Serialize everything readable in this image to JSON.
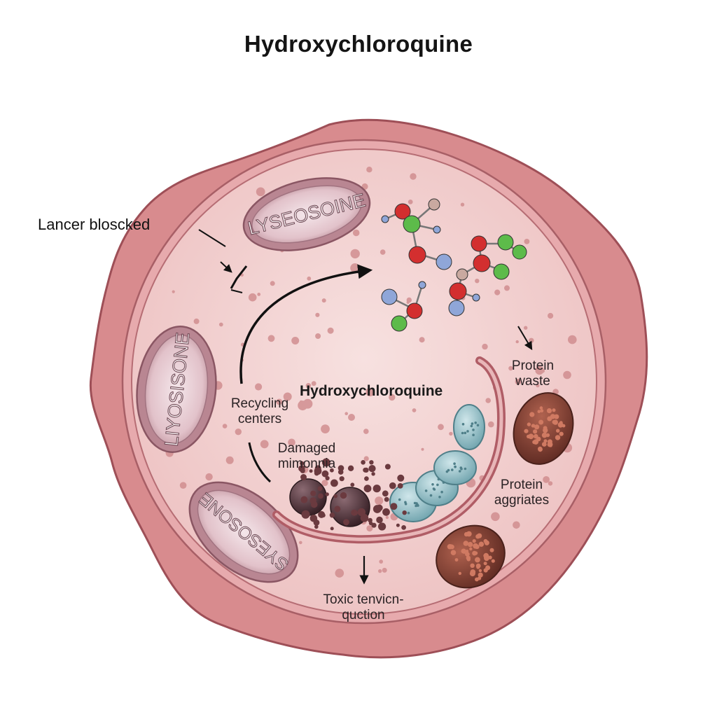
{
  "title": "Hydroxychloroquine",
  "labels": {
    "lancer_blocked": "Lancer bloscked",
    "hydroxychloroquine": "Hydroxychloroquine",
    "recycling_centers": "Recycling\ncenters",
    "damaged_mimonnia": "Damaged\nmimonnia",
    "protein_waste": "Protein\nwaste",
    "protein_aggriates": "Protein\naggriates",
    "toxic_tenvicn": "Toxic tenvicn-\nquction"
  },
  "organelles": {
    "lysosome_top": "LYSEOSOINE",
    "lysosome_left": "LIYOSISONE",
    "lysosome_bottom": "SYESOSONE"
  },
  "colors": {
    "cell_membrane": "#c9777c",
    "cytoplasm": "#f2d2d2",
    "lysosome": "#d9b7be",
    "aggregate_blue": "#8fc0c8",
    "protein_waste": "#8a4436",
    "molecule_red": "#d32f2f",
    "molecule_green": "#5dbb4a",
    "molecule_blue": "#8fa6d8"
  }
}
